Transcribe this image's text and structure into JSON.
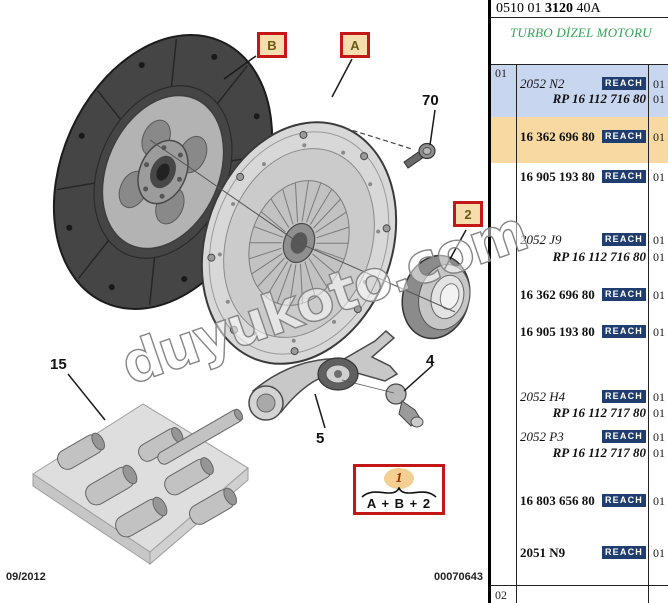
{
  "header": {
    "code_prefix": "0510 01",
    "code_main": "3120",
    "code_suffix": "40A",
    "title": "TURBO DİZEL MOTORU"
  },
  "table": {
    "section": "01",
    "next_section": "02",
    "reach": "REACH",
    "rows": [
      {
        "ref": "2052 N2",
        "ref_style": "italic",
        "rp": "RP 16 112 716 80",
        "qty": [
          "01",
          "01"
        ],
        "highlight": "blue"
      },
      {
        "ref": "16 362 696 80",
        "ref_style": "bold",
        "qty": [
          "01"
        ],
        "highlight": "orange"
      },
      {
        "ref": "16 905 193 80",
        "ref_style": "bold",
        "qty": [
          "01"
        ],
        "highlight": "none"
      },
      {
        "ref": "2052 J9",
        "ref_style": "italic",
        "rp": "RP 16 112 716 80",
        "qty": [
          "01",
          "01"
        ],
        "highlight": "none"
      },
      {
        "ref": "16 362 696 80",
        "ref_style": "bold",
        "qty": [
          "01"
        ],
        "highlight": "none"
      },
      {
        "ref": "16 905 193 80",
        "ref_style": "bold",
        "qty": [
          "01"
        ],
        "highlight": "none"
      },
      {
        "ref": "2052 H4",
        "ref_style": "italic",
        "rp": "RP 16 112 717 80",
        "qty": [
          "01",
          "01"
        ],
        "highlight": "none"
      },
      {
        "ref": "2052 P3",
        "ref_style": "italic",
        "rp": "RP 16 112 717 80",
        "qty": [
          "01",
          "01"
        ],
        "highlight": "none"
      },
      {
        "ref": "16 803 656 80",
        "ref_style": "bold",
        "qty": [
          "01"
        ],
        "highlight": "none"
      },
      {
        "ref": "2051 N9",
        "ref_style": "bold",
        "qty": [
          "01"
        ],
        "highlight": "none"
      }
    ]
  },
  "diagram": {
    "labels": {
      "b": "B",
      "a": "A",
      "two": "2",
      "seventy": "70",
      "four": "4",
      "five": "5",
      "fifteen": "15"
    },
    "legend": {
      "number": "1",
      "formula": "A + B + 2"
    }
  },
  "watermark": "duyukoto.com",
  "footer": {
    "date": "09/2012",
    "doc_number": "00070643"
  },
  "colors": {
    "highlight_blue": "#c9d6f0",
    "highlight_orange": "#f8d9a1",
    "reach_badge": "#1f3d6f",
    "title_green": "#36a258",
    "label_box_red": "#c41818",
    "label_box_fill": "#f5ddae"
  }
}
